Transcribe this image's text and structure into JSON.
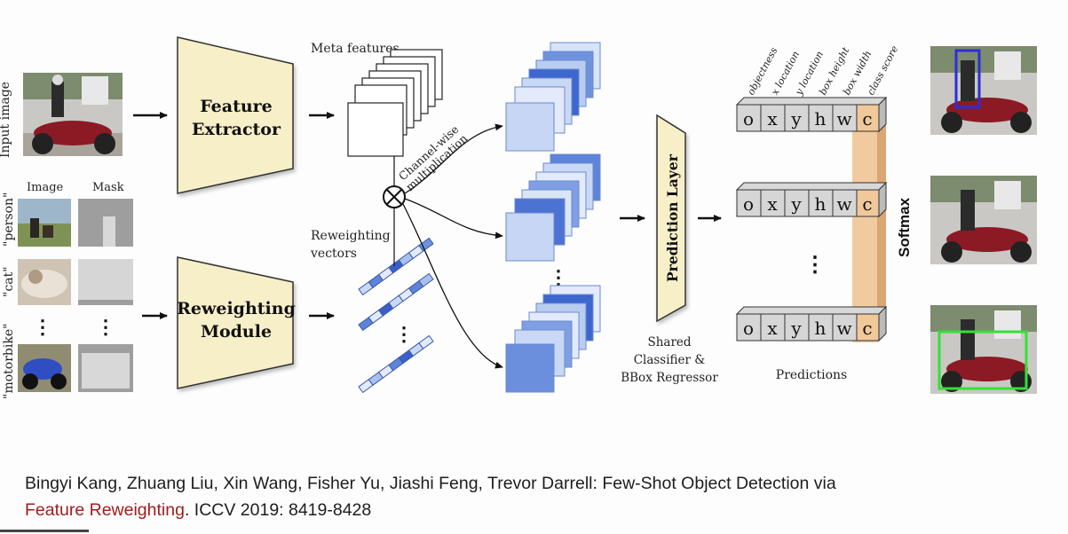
{
  "diagram": {
    "input_image_label": "Input image",
    "feature_extractor": [
      "Feature",
      "Extractor"
    ],
    "reweighting_module": [
      "Reweighting",
      "Module"
    ],
    "support_headers": {
      "image": "Image",
      "mask": "Mask"
    },
    "support_classes": [
      "\"person\"",
      "\"cat\"",
      "\"motorbike\""
    ],
    "meta_features": "Meta features",
    "reweighting_vectors": [
      "Reweighting",
      "vectors"
    ],
    "channel_wise": [
      "Channel-wise",
      "multiplication"
    ],
    "prediction_layer": "Prediction Layer",
    "shared_caption": [
      "Shared",
      "Classifier &",
      "BBox Regressor"
    ],
    "pred_header_labels": [
      "objectness",
      "x location",
      "y location",
      "box height",
      "box width",
      "class score"
    ],
    "pred_cells": [
      "o",
      "x",
      "y",
      "h",
      "w",
      "c"
    ],
    "predictions_label": "Predictions",
    "softmax_label": "Softmax",
    "colors": {
      "box_fill": "#f7efc8",
      "accent_blue": "#4d74d0",
      "class_column": "#f0c89a",
      "box_blue": "#2a2fd8",
      "box_green": "#35e035"
    }
  },
  "citation": {
    "line1": "Bingyi Kang, Zhuang Liu, Xin Wang, Fisher Yu, Jiashi Feng, Trevor Darrell: Few-Shot Object Detection via",
    "line2_highlight": "Feature Reweighting",
    "line2_rest": ". ICCV 2019: 8419-8428"
  }
}
